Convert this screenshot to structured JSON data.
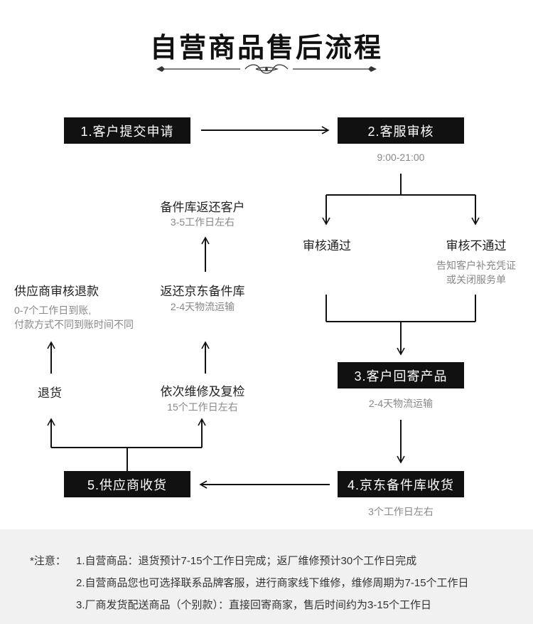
{
  "title": "自营商品售后流程",
  "steps": {
    "s1": "1.客户提交申请",
    "s2": "2.客服审核",
    "s3": "3.客户回寄产品",
    "s4": "4.京东备件库收货",
    "s5": "5.供应商收货"
  },
  "subs": {
    "s2_time": "9:00-21:00",
    "s3_time": "2-4天物流运输",
    "s4_time": "3个工作日左右"
  },
  "branches": {
    "pass": "审核通过",
    "fail": "审核不通过",
    "fail_note_1": "告知客户补充凭证",
    "fail_note_2": "或关闭服务单"
  },
  "left_flow": {
    "return_customer": "备件库返还客户",
    "return_customer_time": "3-5工作日左右",
    "return_warehouse": "返还京东备件库",
    "return_warehouse_time": "2-4天物流运输",
    "repair": "依次维修及复检",
    "repair_time": "15个工作日左右",
    "refund": "供应商审核退款",
    "refund_time_1": "0-7个工作日到账,",
    "refund_time_2": "付款方式不同到账时间不同",
    "return_goods": "退货"
  },
  "notes": {
    "prefix": "*注意：",
    "n1": "1.自营商品：退货预计7-15个工作日完成；返厂维修预计30个工作日完成",
    "n2": "2.自营商品您也可选择联系品牌客服，进行商家线下维修，维修周期为7-15个工作日",
    "n3": "3.厂商发货配送商品（个别款）：直接回寄商家，售后时间约为3-15个工作日"
  },
  "colors": {
    "box": "#111111",
    "text_sub": "#888888",
    "footer_bg": "#f1f1f1"
  }
}
